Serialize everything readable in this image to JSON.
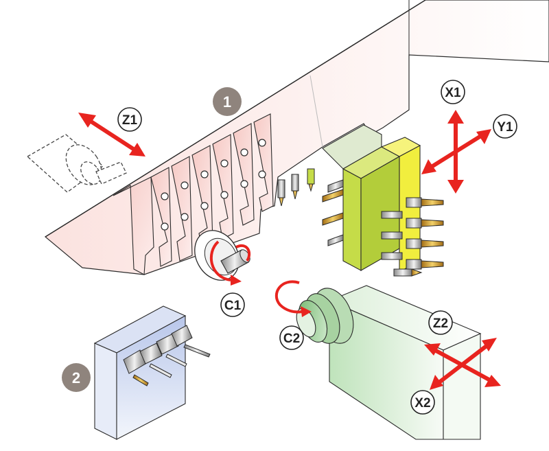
{
  "colors": {
    "outline": "#2a2a2a",
    "arrow": "#e8241f",
    "badge": "#8f847d",
    "turret1_fill": "#f8d6d3",
    "gang_fill": "#c5dc48",
    "yellow_fill": "#f1ee3e",
    "block2_fill": "#c7d3ee",
    "spindle2_fill": "#cfe8cc"
  },
  "badges": {
    "b1": "1",
    "b2": "2"
  },
  "axes": {
    "z1": "Z1",
    "x1": "X1",
    "y1": "Y1",
    "c1": "C1",
    "c2": "C2",
    "z2": "Z2",
    "x2": "X2"
  },
  "icons": {
    "linear_axis": "double-arrow-icon",
    "rotary_axis": "rotation-arrow-icon"
  }
}
